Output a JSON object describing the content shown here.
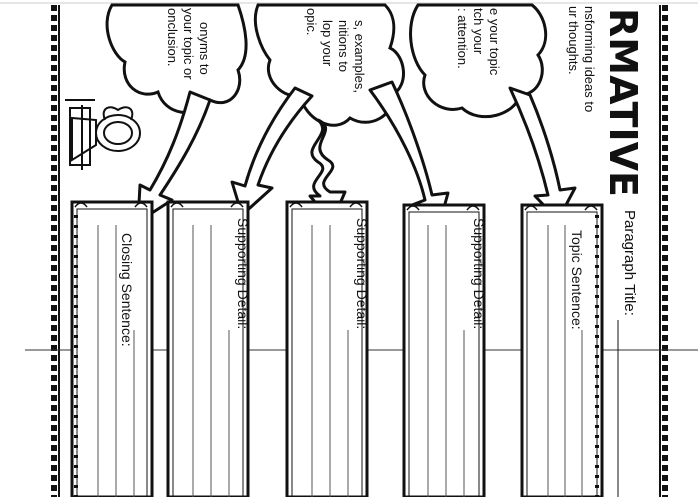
{
  "worksheet": {
    "title_fragment": "RMATIVE",
    "paragraph_title_label": "Paragraph Title:",
    "tagline": "nsforming ideas to",
    "tagline_2": "ur thoughts.",
    "clouds": [
      {
        "lines": [
          "e your topic",
          "tch your",
          ": attention."
        ]
      },
      {
        "lines": [
          "s, examples,",
          "nitions to",
          "lop your",
          "opic."
        ]
      },
      {
        "lines": [
          "onyms to",
          "your topic or",
          "onclusion."
        ]
      }
    ],
    "boxes": [
      {
        "label": "Topic Sentence:"
      },
      {
        "label": "Supporting Detail:"
      },
      {
        "label": "Supporting Detail:"
      },
      {
        "label": "Supporting Detail:"
      },
      {
        "label": "Closing Sentence:"
      }
    ]
  }
}
